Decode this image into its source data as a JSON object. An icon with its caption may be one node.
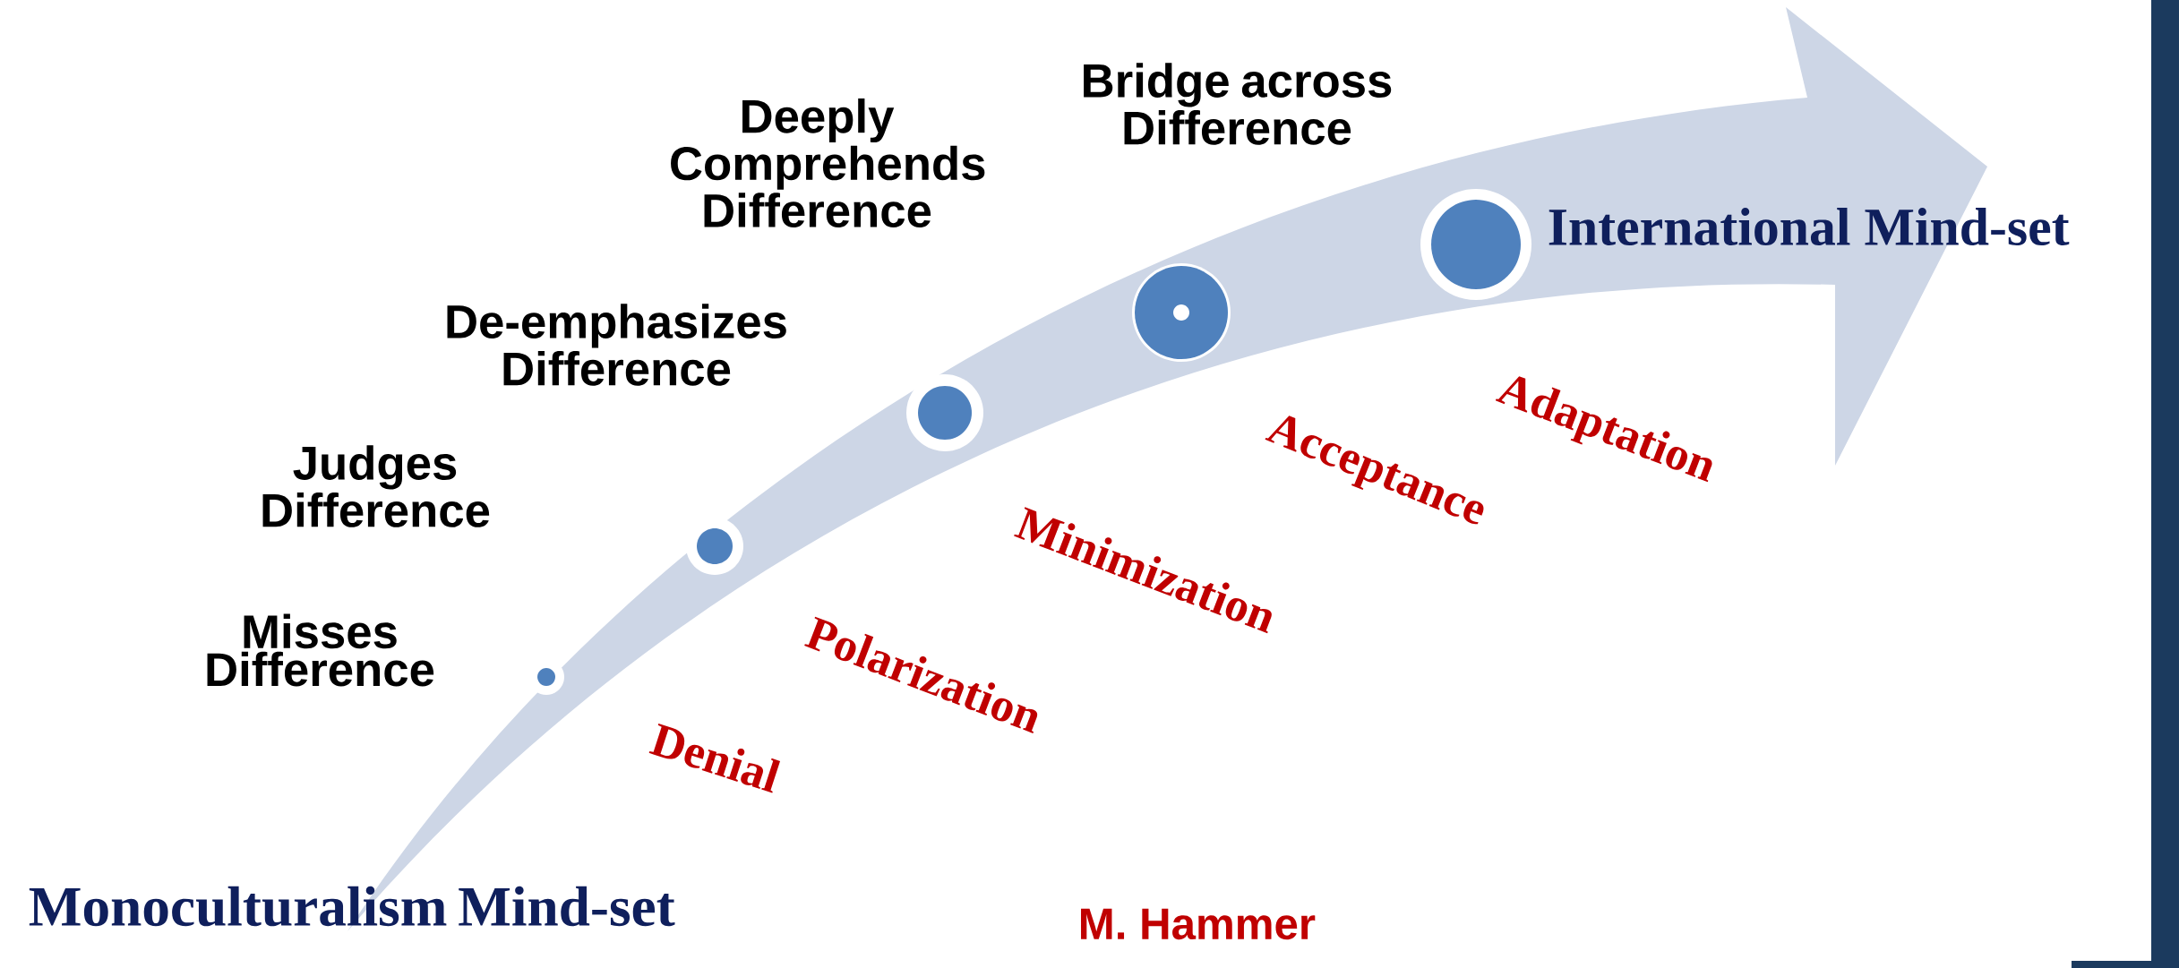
{
  "diagram": {
    "labels": [
      "Deeply Comprehends Difference",
      "Bridge across Difference",
      "International Mind-set",
      "De-emphasizes Difference",
      "Judges Difference",
      "Adaptation",
      "Acceptance",
      "Minimization",
      "Misses Difference",
      "Polarization",
      "Denial",
      "Monoculturalism Mind-set",
      "M. Hammer"
    ]
  }
}
